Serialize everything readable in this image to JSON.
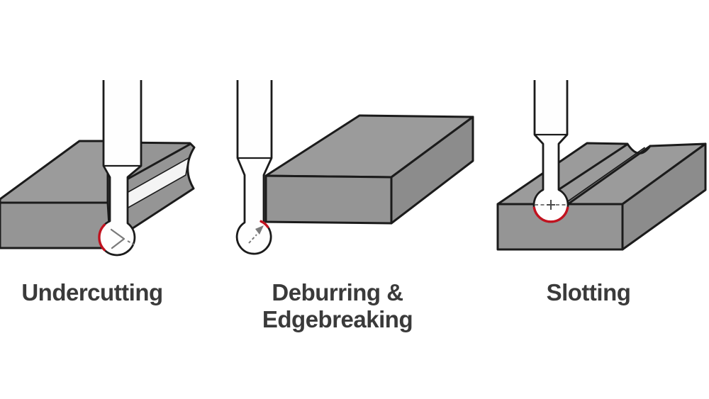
{
  "panels": [
    {
      "caption": "Undercutting",
      "caption_line2": ""
    },
    {
      "caption": "Deburring &",
      "caption_line2": "Edgebreaking"
    },
    {
      "caption": "Slotting",
      "caption_line2": ""
    }
  ],
  "colors": {
    "background": "#ffffff",
    "top-face": "#9b9b9b",
    "front-face": "#959595",
    "side-face": "#8c8c8c",
    "outline": "#1b1b1b",
    "tool-fill": "#fefefe",
    "contact-red": "#c1121f",
    "groove-highlight": "#f4f4f4",
    "marker-gray": "#7a7a7a",
    "centermark": "#4a4a4a",
    "caption-text": "#3a3a3a"
  }
}
